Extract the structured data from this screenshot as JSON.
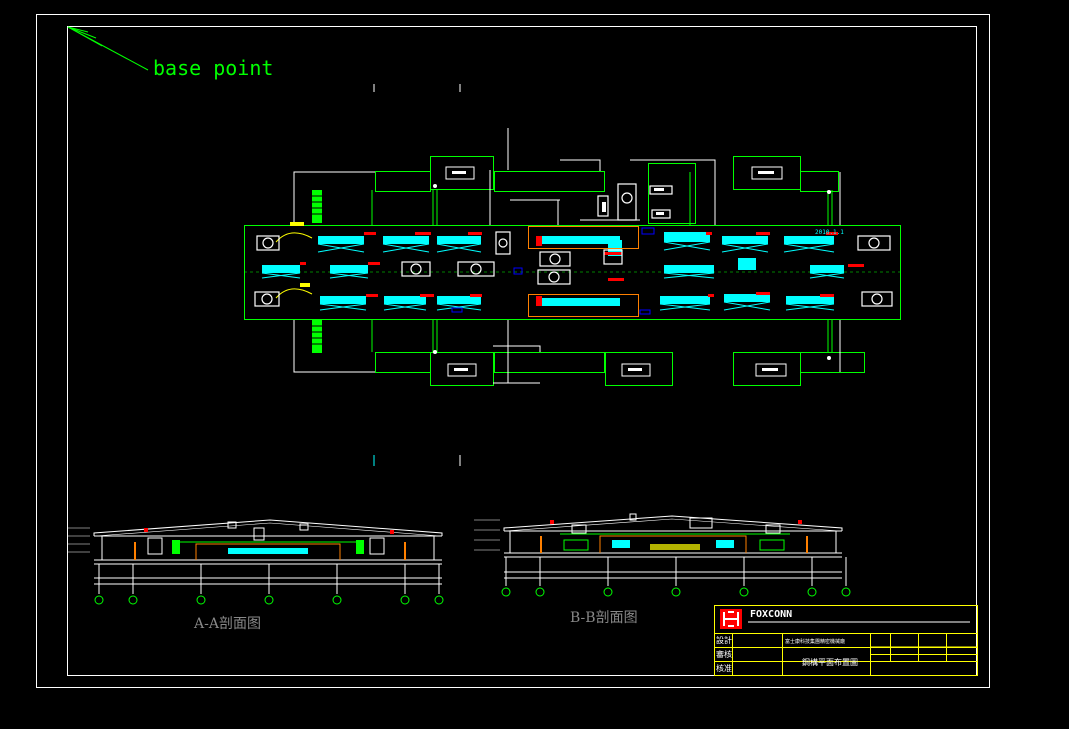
{
  "drawing": {
    "base_point_label": "base point",
    "section_a_title": "A-A剖面图",
    "section_b_title": "B-B剖面图",
    "plan_tag": "2010.1.1"
  },
  "title_block": {
    "company": "FOXCONN",
    "row_labels": [
      "設計",
      "審核",
      "核准"
    ],
    "project": "富士康科技集團精密機械廠",
    "drawing_name": "鋼構平面布置圖"
  },
  "colors": {
    "background": "#000000",
    "frame": "#ffffff",
    "plan_lines": "#00ff00",
    "equipment": "#00ffff",
    "accent": "#ff0000",
    "annotation": "#00ff00",
    "title_block": "#ffff00",
    "logo": "#ff0000"
  }
}
